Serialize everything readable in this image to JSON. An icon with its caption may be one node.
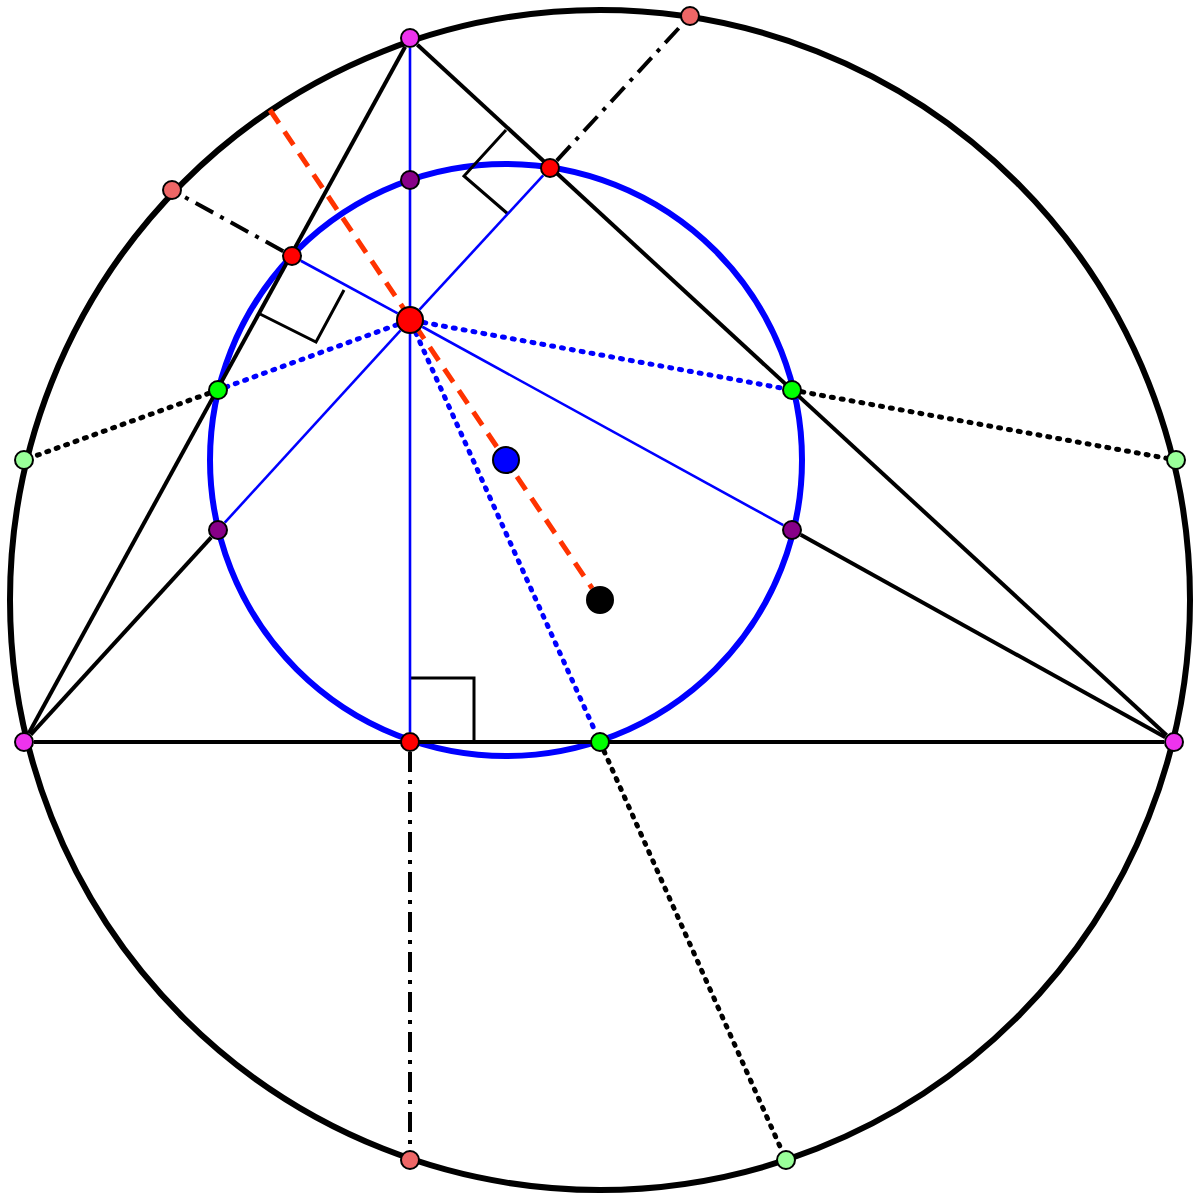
{
  "diagram": {
    "nodes": [
      {
        "text": [],
        "shape": "circle"
      },
      {
        "text": [],
        "shape": "circle"
      },
      {
        "text": [],
        "shape": "circle"
      },
      {
        "text": [],
        "shape": "circle"
      },
      {
        "text": [],
        "shape": "circle"
      },
      {
        "text": [],
        "shape": "circle"
      },
      {
        "text": [],
        "shape": "circle"
      },
      {
        "text": [],
        "shape": "circle"
      },
      {
        "text": [],
        "shape": "circle"
      },
      {
        "text": [],
        "shape": "circle"
      },
      {
        "text": [],
        "shape": "circle"
      },
      {
        "text": [],
        "shape": "circle"
      },
      {
        "text": [],
        "shape": "circle"
      },
      {
        "text": [],
        "shape": "circle"
      },
      {
        "text": [],
        "shape": "circle"
      },
      {
        "text": [],
        "shape": "circle"
      },
      {
        "text": [],
        "shape": "circle"
      },
      {
        "text": [],
        "shape": "circle"
      },
      {
        "text": [],
        "shape": "circle"
      },
      {
        "text": [],
        "shape": "circle"
      },
      {
        "text": [],
        "shape": "circle"
      }
    ],
    "edges": [
      {
        "from": 0,
        "to": 1,
        "arrow": "none"
      },
      {
        "from": 0,
        "to": 2,
        "arrow": "none"
      },
      {
        "from": 1,
        "to": 2,
        "arrow": "none"
      },
      {
        "from": 0,
        "to": 6,
        "arrow": "none",
        "color": "#0000ff"
      },
      {
        "from": 1,
        "to": 10,
        "arrow": "none"
      },
      {
        "from": 10,
        "to": 3,
        "arrow": "none",
        "color": "#0000ff"
      },
      {
        "from": 2,
        "to": 11,
        "arrow": "none"
      },
      {
        "from": 11,
        "to": 3,
        "arrow": "none",
        "color": "#0000ff"
      },
      {
        "from": 6,
        "to": 17,
        "arrow": "none",
        "style": "dashed"
      },
      {
        "from": 7,
        "to": 15,
        "arrow": "none",
        "style": "dashed"
      },
      {
        "from": 8,
        "to": 16,
        "arrow": "none",
        "style": "dashed"
      },
      {
        "from": 3,
        "to": 12,
        "arrow": "none",
        "style": "dashed",
        "color": "#0000ff"
      },
      {
        "from": 3,
        "to": 13,
        "arrow": "none",
        "style": "dashed",
        "color": "#0000ff"
      },
      {
        "from": 3,
        "to": 14,
        "arrow": "none",
        "style": "dashed",
        "color": "#0000ff"
      },
      {
        "from": 12,
        "to": 18,
        "arrow": "none",
        "style": "dashed"
      },
      {
        "from": 13,
        "to": 19,
        "arrow": "none",
        "style": "dashed"
      },
      {
        "from": 14,
        "to": 20,
        "arrow": "none",
        "style": "dashed"
      },
      {
        "from": null,
        "to": 5,
        "arrow": "none",
        "style": "dashed",
        "color": "#ff3300"
      },
      {
        "from": 3,
        "to": 7,
        "arrow": "none",
        "color": "#0000ff"
      },
      {
        "from": 3,
        "to": 8,
        "arrow": "none",
        "color": "#0000ff"
      }
    ]
  }
}
